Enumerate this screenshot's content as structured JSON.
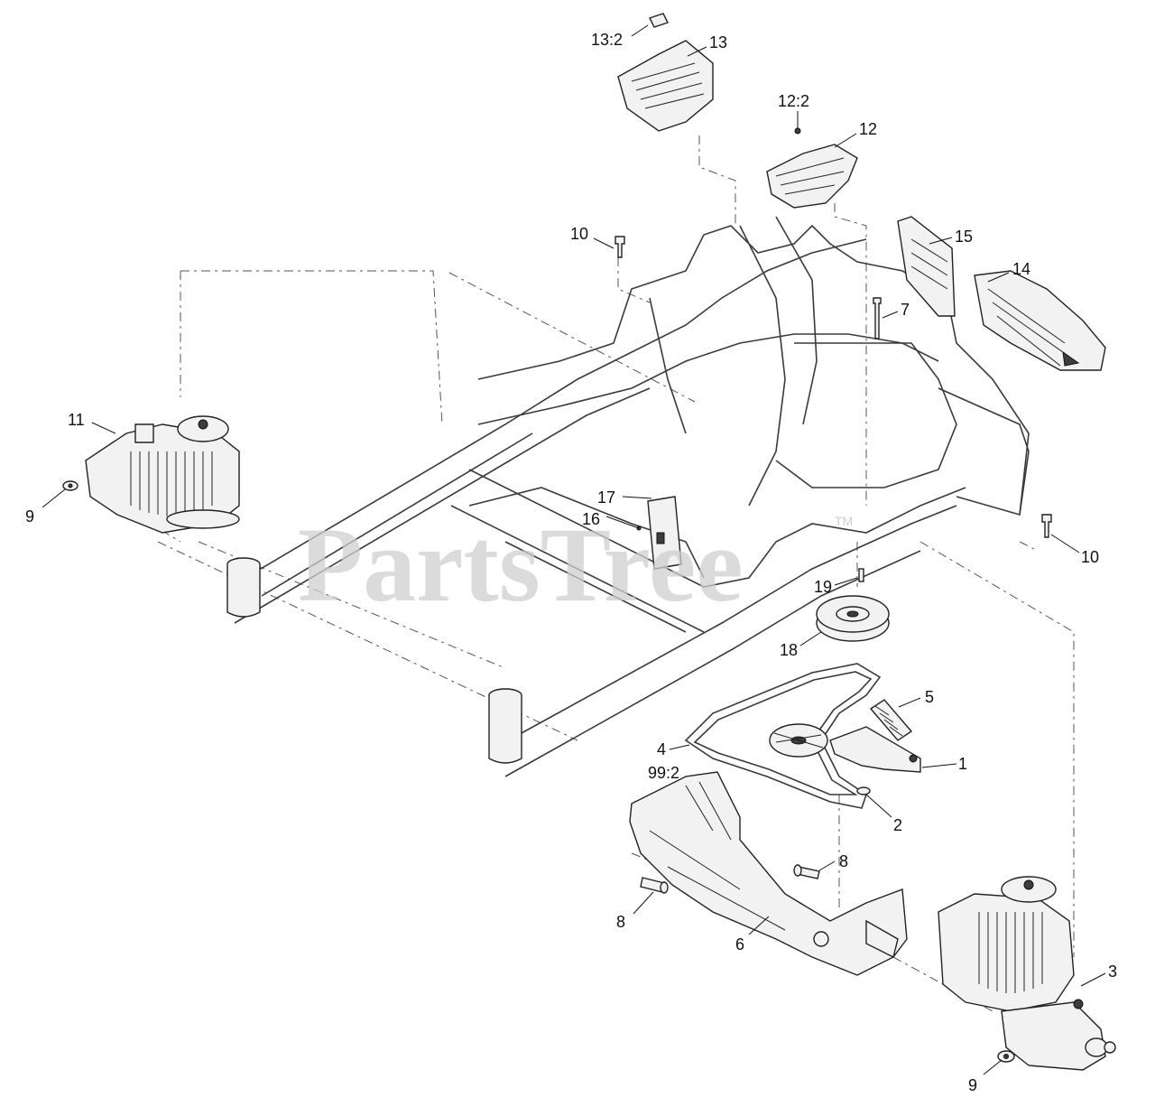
{
  "diagram": {
    "watermark": "PartsTree",
    "watermark_tm": "TM",
    "callouts": [
      {
        "id": "c-13-2",
        "label": "13:2"
      },
      {
        "id": "c-13",
        "label": "13"
      },
      {
        "id": "c-12-2",
        "label": "12:2"
      },
      {
        "id": "c-12",
        "label": "12"
      },
      {
        "id": "c-10-top",
        "label": "10"
      },
      {
        "id": "c-15",
        "label": "15"
      },
      {
        "id": "c-14",
        "label": "14"
      },
      {
        "id": "c-7",
        "label": "7"
      },
      {
        "id": "c-11",
        "label": "11"
      },
      {
        "id": "c-9-left",
        "label": "9"
      },
      {
        "id": "c-17",
        "label": "17"
      },
      {
        "id": "c-16",
        "label": "16"
      },
      {
        "id": "c-10-right",
        "label": "10"
      },
      {
        "id": "c-19",
        "label": "19"
      },
      {
        "id": "c-18",
        "label": "18"
      },
      {
        "id": "c-5",
        "label": "5"
      },
      {
        "id": "c-4",
        "label": "4"
      },
      {
        "id": "c-99-2",
        "label": "99:2"
      },
      {
        "id": "c-1",
        "label": "1"
      },
      {
        "id": "c-2",
        "label": "2"
      },
      {
        "id": "c-8-upper",
        "label": "8"
      },
      {
        "id": "c-8-lower",
        "label": "8"
      },
      {
        "id": "c-6",
        "label": "6"
      },
      {
        "id": "c-3",
        "label": "3"
      },
      {
        "id": "c-9-right",
        "label": "9"
      }
    ]
  }
}
